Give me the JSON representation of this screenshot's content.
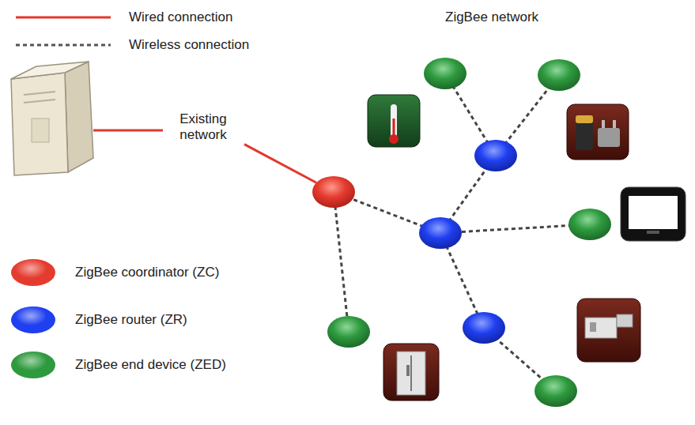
{
  "diagram": {
    "nodes": [
      {
        "text": [
          "Existing network"
        ]
      },
      {
        "text": [
          "ZigBee network"
        ]
      }
    ],
    "edges": [
      {
        "from": 0,
        "to": 1,
        "arrow": "none"
      }
    ],
    "legend": [
      {
        "text": "Wired connection"
      },
      {
        "text": "Wireless connection"
      },
      {
        "text": "ZigBee coordinator (ZC)",
        "color": "#e53b2f"
      },
      {
        "text": "ZigBee router (ZR)",
        "color": "#1f3ff0"
      },
      {
        "text": "ZigBee end device (ZED)",
        "color": "#2e9a3e"
      }
    ]
  }
}
